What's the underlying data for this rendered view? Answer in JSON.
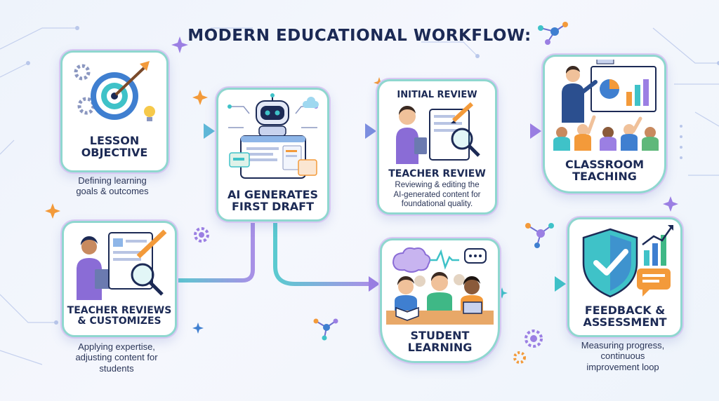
{
  "title": "MODERN EDUCATIONAL WORKFLOW:",
  "steps": {
    "lesson": {
      "label_line1": "LESSON",
      "label_line2": "OBJECTIVE",
      "desc_line1": "Defining learning",
      "desc_line2": "goals & outcomes"
    },
    "ai": {
      "label_line1": "AI GENERATES",
      "label_line2": "FIRST DRAFT"
    },
    "review": {
      "heading": "INITIAL REVIEW",
      "label": "TEACHER REVIEW",
      "desc_line1": "Reviewing & editing the",
      "desc_line2": "AI-generated content for",
      "desc_line3": "foundational quality."
    },
    "classroom": {
      "label_line1": "CLASSROOM",
      "label_line2": "TEACHING"
    },
    "customize": {
      "label_line1": "TEACHER REVIEWS",
      "label_line2": "& CUSTOMIZES",
      "desc_line1": "Applying expertise,",
      "desc_line2": "adjusting content for",
      "desc_line3": "students"
    },
    "student": {
      "label_line1": "STUDENT",
      "label_line2": "LEARNING"
    },
    "feedback": {
      "label_line1": "FEEDBACK &",
      "label_line2": "ASSESSMENT",
      "desc_line1": "Measuring progress,",
      "desc_line2": "continuous",
      "desc_line3": "improvement loop"
    }
  },
  "colors": {
    "teal": "#3fc2c8",
    "purple": "#9b7fe3",
    "navy": "#1c2a55",
    "orange": "#f39a3a",
    "blue": "#3f7fd0"
  }
}
